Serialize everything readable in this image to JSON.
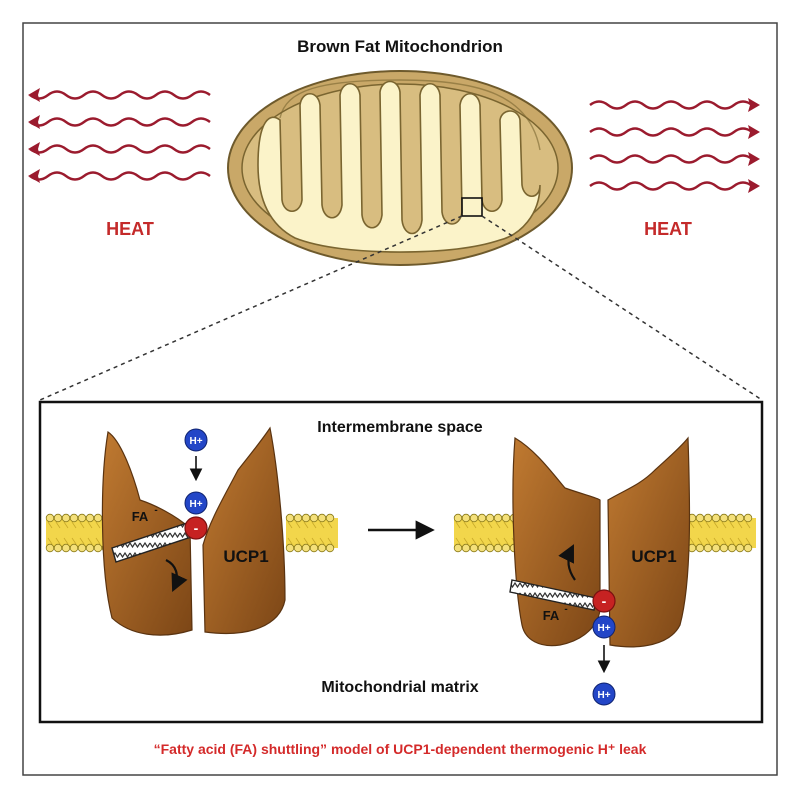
{
  "title": "Brown Fat Mitochondrion",
  "heat_left": "HEAT",
  "heat_right": "HEAT",
  "intermembrane_label": "Intermembrane space",
  "matrix_label": "Mitochondrial matrix",
  "ucp1_left": "UCP1",
  "ucp1_right": "UCP1",
  "fa_left": "FA",
  "fa_right": "FA",
  "fa_charge": "-",
  "proton": "H+",
  "caption": "“Fatty acid (FA) shuttling” model of UCP1-dependent thermogenic H⁺ leak",
  "colors": {
    "heat_red": "#9b1b2e",
    "caption_red": "#d42a2a",
    "mito_outer": "#c9a868",
    "mito_inner": "#fbf3c9",
    "ucp_brown": "#a9692a",
    "membrane_yellow": "#f2d64b",
    "proton_blue": "#2346c7",
    "charge_red": "#c62222"
  }
}
